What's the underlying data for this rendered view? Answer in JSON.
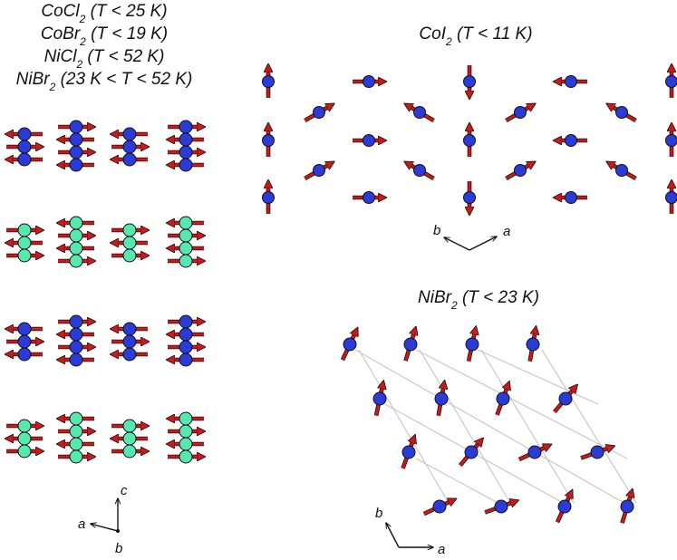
{
  "colors": {
    "spin_arrow": "#cc1a1a",
    "atom_blue": "#2a3bd8",
    "atom_green": "#57e8b0",
    "outline": "#111111",
    "lattice_line": "#c8c8c8"
  },
  "labels": {
    "left_titles": [
      {
        "base": "CoCl",
        "sub": "2",
        "rest": " (T < 25 K)"
      },
      {
        "base": "CoBr",
        "sub": "2",
        "rest": " (T < 19 K)"
      },
      {
        "base": "NiCl",
        "sub": "2",
        "rest": " (T < 52 K)"
      },
      {
        "base": "NiBr",
        "sub": "2",
        "rest": " (23 K < T < 52 K)"
      }
    ],
    "coi2_title": {
      "base": "CoI",
      "sub": "2",
      "rest": " (T < 11 K)"
    },
    "nibr2_title": {
      "base": "NiBr",
      "sub": "2",
      "rest": " (T < 23 K)"
    }
  },
  "axes": {
    "left": {
      "c": "c",
      "a": "a",
      "b": "b"
    },
    "coi2": {
      "b": "b",
      "a": "a"
    },
    "nibr2": {
      "b": "b",
      "a": "a"
    }
  },
  "structures": {
    "layered": {
      "layer_colors": [
        "blue",
        "green",
        "blue",
        "green"
      ],
      "layer_first_spin": [
        "left",
        "right",
        "left",
        "right"
      ]
    },
    "coi2": {
      "spin_angles_deg": [
        90,
        0,
        30,
        150,
        90,
        30,
        180,
        150,
        90
      ]
    },
    "nibr2": {
      "spin_angles_deg": [
        65,
        73,
        78,
        80,
        70,
        50,
        25,
        20
      ]
    }
  }
}
